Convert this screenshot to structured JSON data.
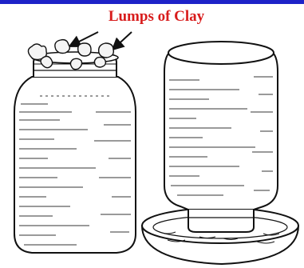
{
  "caption": "Lumps of Clay",
  "colors": {
    "top_bar": "#1d22c8",
    "caption": "#d81c1c",
    "ink": "#111111",
    "background": "#ffffff"
  },
  "figure": {
    "items": [
      "jar-upright-with-clay-lumps",
      "jar-inverted-in-water-dish"
    ]
  }
}
